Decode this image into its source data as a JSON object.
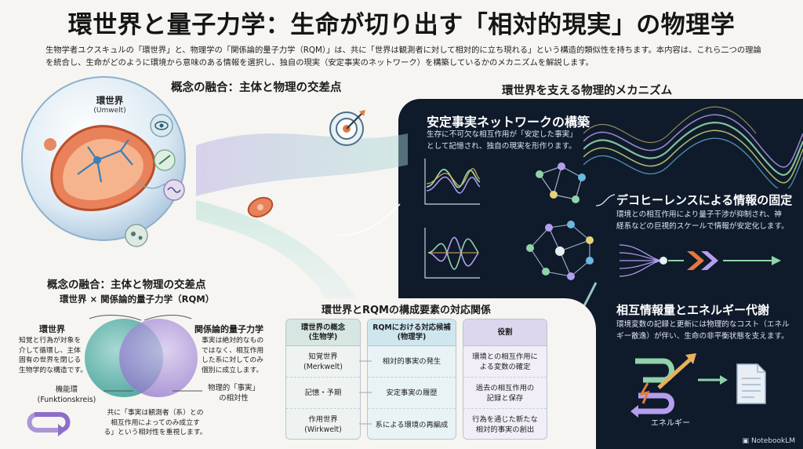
{
  "header": {
    "title": "環世界と量子力学：生命が切り出す「相対的現実」の物理学",
    "subtitle": "生物学者ユクスキュルの「環世界」と、物理学の「関係論的量子力学（RQM）」は、共に「世界は観測者に対して相対的に立ち現れる」という構造的類似性を持ちます。本内容は、これら二つの理論を統合し、生命がどのように環境から意味のある情報を選択し、独自の現実（安定事実のネットワーク）を構築しているかのメカニズムを解説します。"
  },
  "concept_top": {
    "heading": "概念の融合：主体と物理の交差点",
    "umwelt_label": "環世界",
    "umwelt_sub": "(Umwelt)"
  },
  "mechanisms": {
    "heading": "環世界を支える物理的メカニズム",
    "network": {
      "title": "安定事実ネットワークの構築",
      "body1": "生存に不可欠な相互作用が「安定した事実」",
      "body2": "として記憶され、独自の現実を形作ります。"
    },
    "decoherence": {
      "title": "デコヒーレンスによる情報の固定",
      "body1": "環境との相互作用により量子干渉が抑制され、神",
      "body2": "経系などの巨視的スケールで情報が安定化します。"
    },
    "energy": {
      "title": "相互情報量とエネルギー代謝",
      "body1": "環境変数の記録と更新には物理的なコスト（エネル",
      "body2": "ギー散逸）が伴い、生命の非平衡状態を支えます。",
      "energy_label": "エネルギー"
    }
  },
  "venn": {
    "heading": "概念の融合：主体と物理の交差点",
    "subheading": "環世界 × 関係論的量子力学（RQM）",
    "left_title": "環世界",
    "left_body": [
      "知覚と行為が対象を",
      "介して循環し、主体",
      "固有の世界を閉じる",
      "生物学的な構造です。"
    ],
    "right_title": "関係論的量子力学",
    "right_body": [
      "事実は絶対的なもの",
      "ではなく、相互作用",
      "した系に対してのみ",
      "個別に成立します。"
    ],
    "funktionskreis": [
      "機能環",
      "(Funktionskreis)"
    ],
    "relativity": [
      "物理的「事実」",
      "の相対性"
    ],
    "bottom_note": [
      "共に「事実は観測者（系）との",
      "相互作用によってのみ成立す",
      "る」という相対性を重視します。"
    ]
  },
  "table": {
    "heading": "環世界とRQMの構成要素の対応関係",
    "columns": [
      {
        "header": [
          "環世界の概念",
          "(生物学)"
        ],
        "cells": [
          [
            "知覚世界",
            "(Merkwelt)"
          ],
          [
            "記憶・予期"
          ],
          [
            "作用世界",
            "(Wirkwelt)"
          ]
        ]
      },
      {
        "header": [
          "RQMにおける対応候補",
          "(物理学)"
        ],
        "cells": [
          [
            "相対的事実の発生"
          ],
          [
            "安定事実の履歴"
          ],
          [
            "系による環境の再編成"
          ]
        ]
      },
      {
        "header": [
          "役割"
        ],
        "cells": [
          [
            "環境との相互作用に",
            "よる変数の確定"
          ],
          [
            "過去の相互作用の",
            "記録と保存"
          ],
          [
            "行為を通じた新たな",
            "相対的事実の創出"
          ]
        ]
      }
    ]
  },
  "footer": {
    "brand": "NotebookLM"
  },
  "colors": {
    "dark_bg": "#0f1a2b",
    "teal": "#3aa6a6",
    "purple": "#8c6ec9",
    "orange": "#e27a3f"
  }
}
